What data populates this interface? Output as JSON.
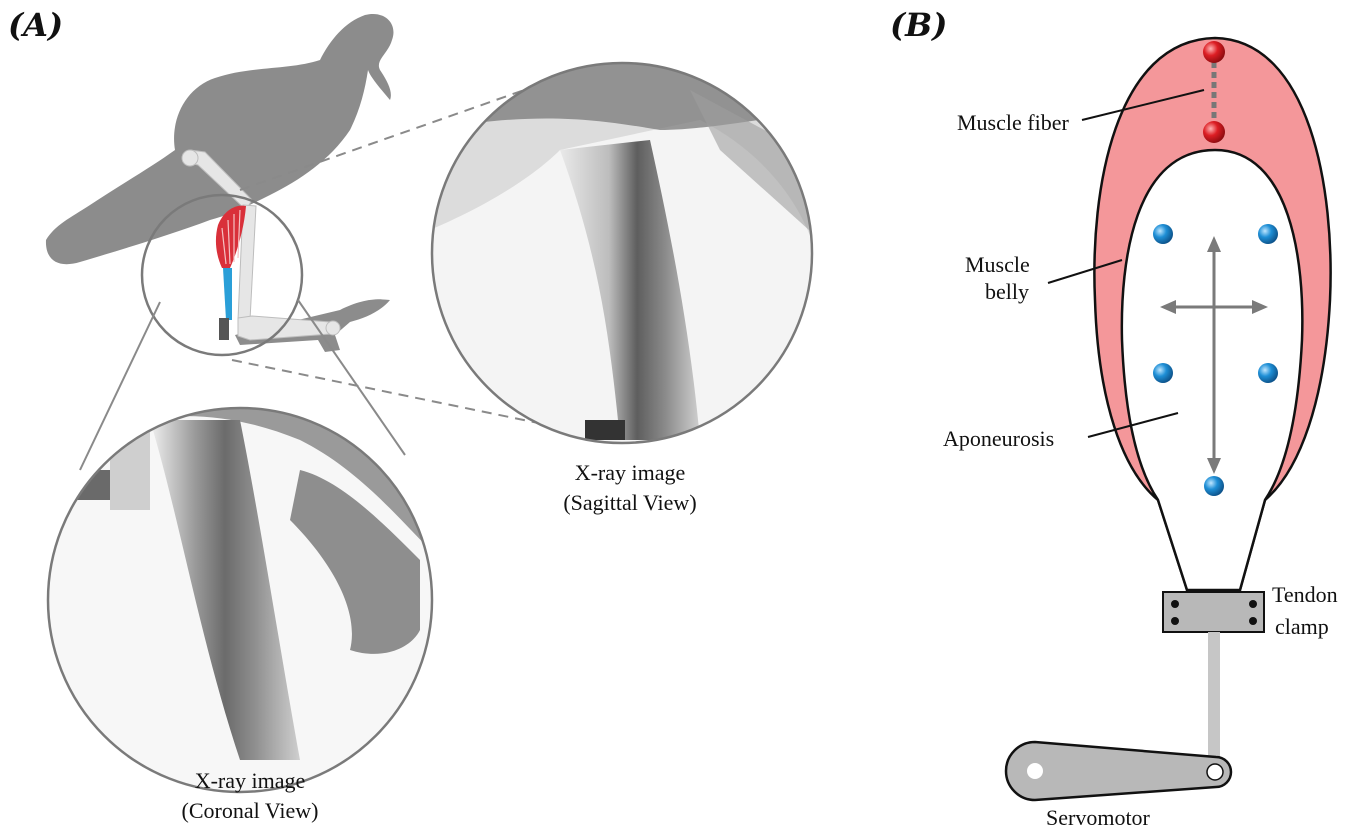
{
  "panel_a": {
    "letter": "(A)",
    "xray_sagittal": {
      "line1": "X-ray image",
      "line2": "(Sagittal View)"
    },
    "xray_coronal": {
      "line1": "X-ray image",
      "line2": "(Coronal View)"
    }
  },
  "panel_b": {
    "letter": "(B)",
    "labels": {
      "muscle_fiber": "Muscle fiber",
      "muscle_belly_1": "Muscle",
      "muscle_belly_2": "belly",
      "aponeurosis": "Aponeurosis",
      "tendon_1": "Tendon",
      "tendon_2": "clamp",
      "servomotor": "Servomotor"
    }
  },
  "colors": {
    "bird_silhouette": "#8c8c8c",
    "muscle_red": "#d9303a",
    "tendon_blue": "#2a9fd8",
    "muscle_belly_fill": "#f4979a",
    "marker_blue": "#1e7fc4",
    "marker_red": "#d41c22",
    "arrow_gray": "#7a7a7a",
    "clamp_gray": "#b8b8b8"
  }
}
